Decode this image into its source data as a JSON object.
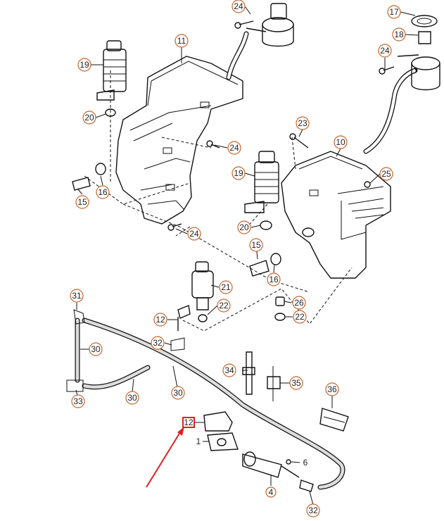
{
  "diagram": {
    "callouts": [
      {
        "id": "c24a",
        "text": "24"
      },
      {
        "id": "c17",
        "text": "17"
      },
      {
        "id": "c11",
        "text": "11"
      },
      {
        "id": "c18",
        "text": "18"
      },
      {
        "id": "c19a",
        "text": "19"
      },
      {
        "id": "c24b",
        "text": "24"
      },
      {
        "id": "c20a",
        "text": "20"
      },
      {
        "id": "c24c",
        "text": "24"
      },
      {
        "id": "c23",
        "text": "23"
      },
      {
        "id": "c10",
        "text": "10"
      },
      {
        "id": "c16a",
        "text": "16"
      },
      {
        "id": "c15a",
        "text": "15"
      },
      {
        "id": "c19b",
        "text": "19"
      },
      {
        "id": "c25",
        "text": "25"
      },
      {
        "id": "c24d",
        "text": "24"
      },
      {
        "id": "c20b",
        "text": "20"
      },
      {
        "id": "c15b",
        "text": "15"
      },
      {
        "id": "c16b",
        "text": "16"
      },
      {
        "id": "c21",
        "text": "21"
      },
      {
        "id": "c31",
        "text": "31"
      },
      {
        "id": "c26",
        "text": "26"
      },
      {
        "id": "c22a",
        "text": "22"
      },
      {
        "id": "c12a",
        "text": "12"
      },
      {
        "id": "c22b",
        "text": "22"
      },
      {
        "id": "c32a",
        "text": "32"
      },
      {
        "id": "c30a",
        "text": "30"
      },
      {
        "id": "c34",
        "text": "34"
      },
      {
        "id": "c35",
        "text": "35"
      },
      {
        "id": "c33",
        "text": "33"
      },
      {
        "id": "c30b",
        "text": "30"
      },
      {
        "id": "c30c",
        "text": "30"
      },
      {
        "id": "c36",
        "text": "36"
      },
      {
        "id": "c12b",
        "text": "12"
      },
      {
        "id": "c1",
        "text": "1"
      },
      {
        "id": "c6",
        "text": "6"
      },
      {
        "id": "c4",
        "text": "4"
      },
      {
        "id": "c32b",
        "text": "32"
      }
    ],
    "highlight": {
      "label": "12",
      "color": "#e02020"
    },
    "accent_color": "#c8632a"
  }
}
